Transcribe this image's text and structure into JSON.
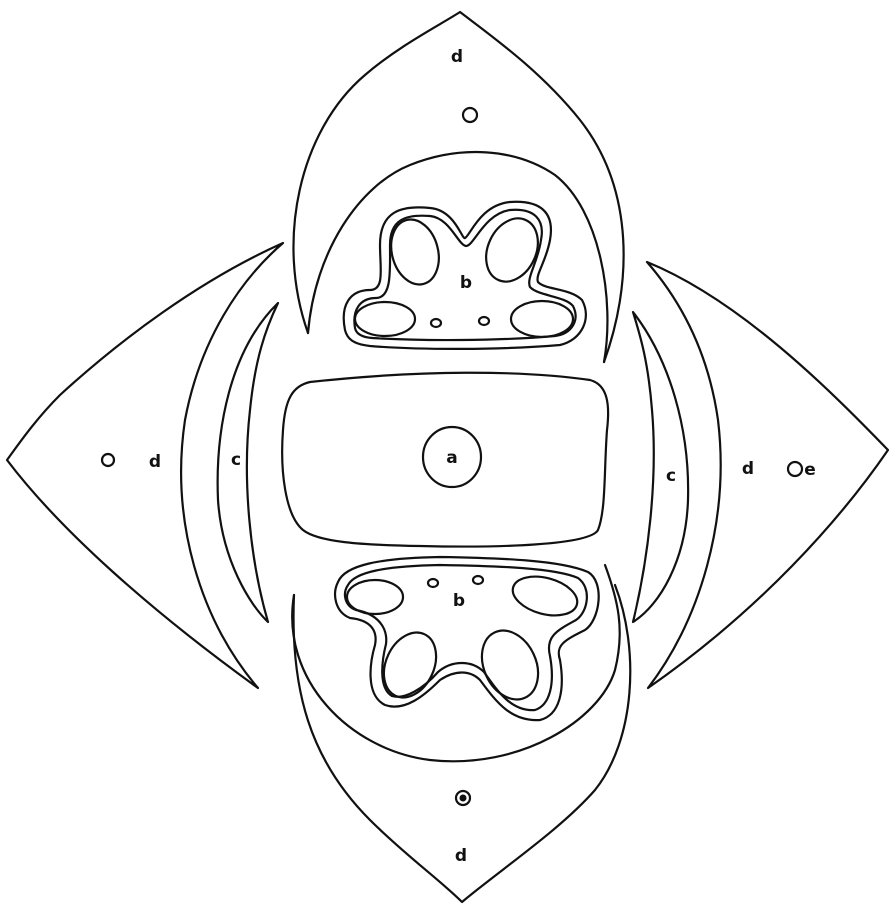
{
  "labels": {
    "a": "a",
    "b_top": "b",
    "b_bottom": "b",
    "c_left": "c",
    "c_right": "c",
    "d_top": "d",
    "d_left": "d",
    "d_right": "d",
    "d_bottom": "d",
    "e_right": "e"
  }
}
